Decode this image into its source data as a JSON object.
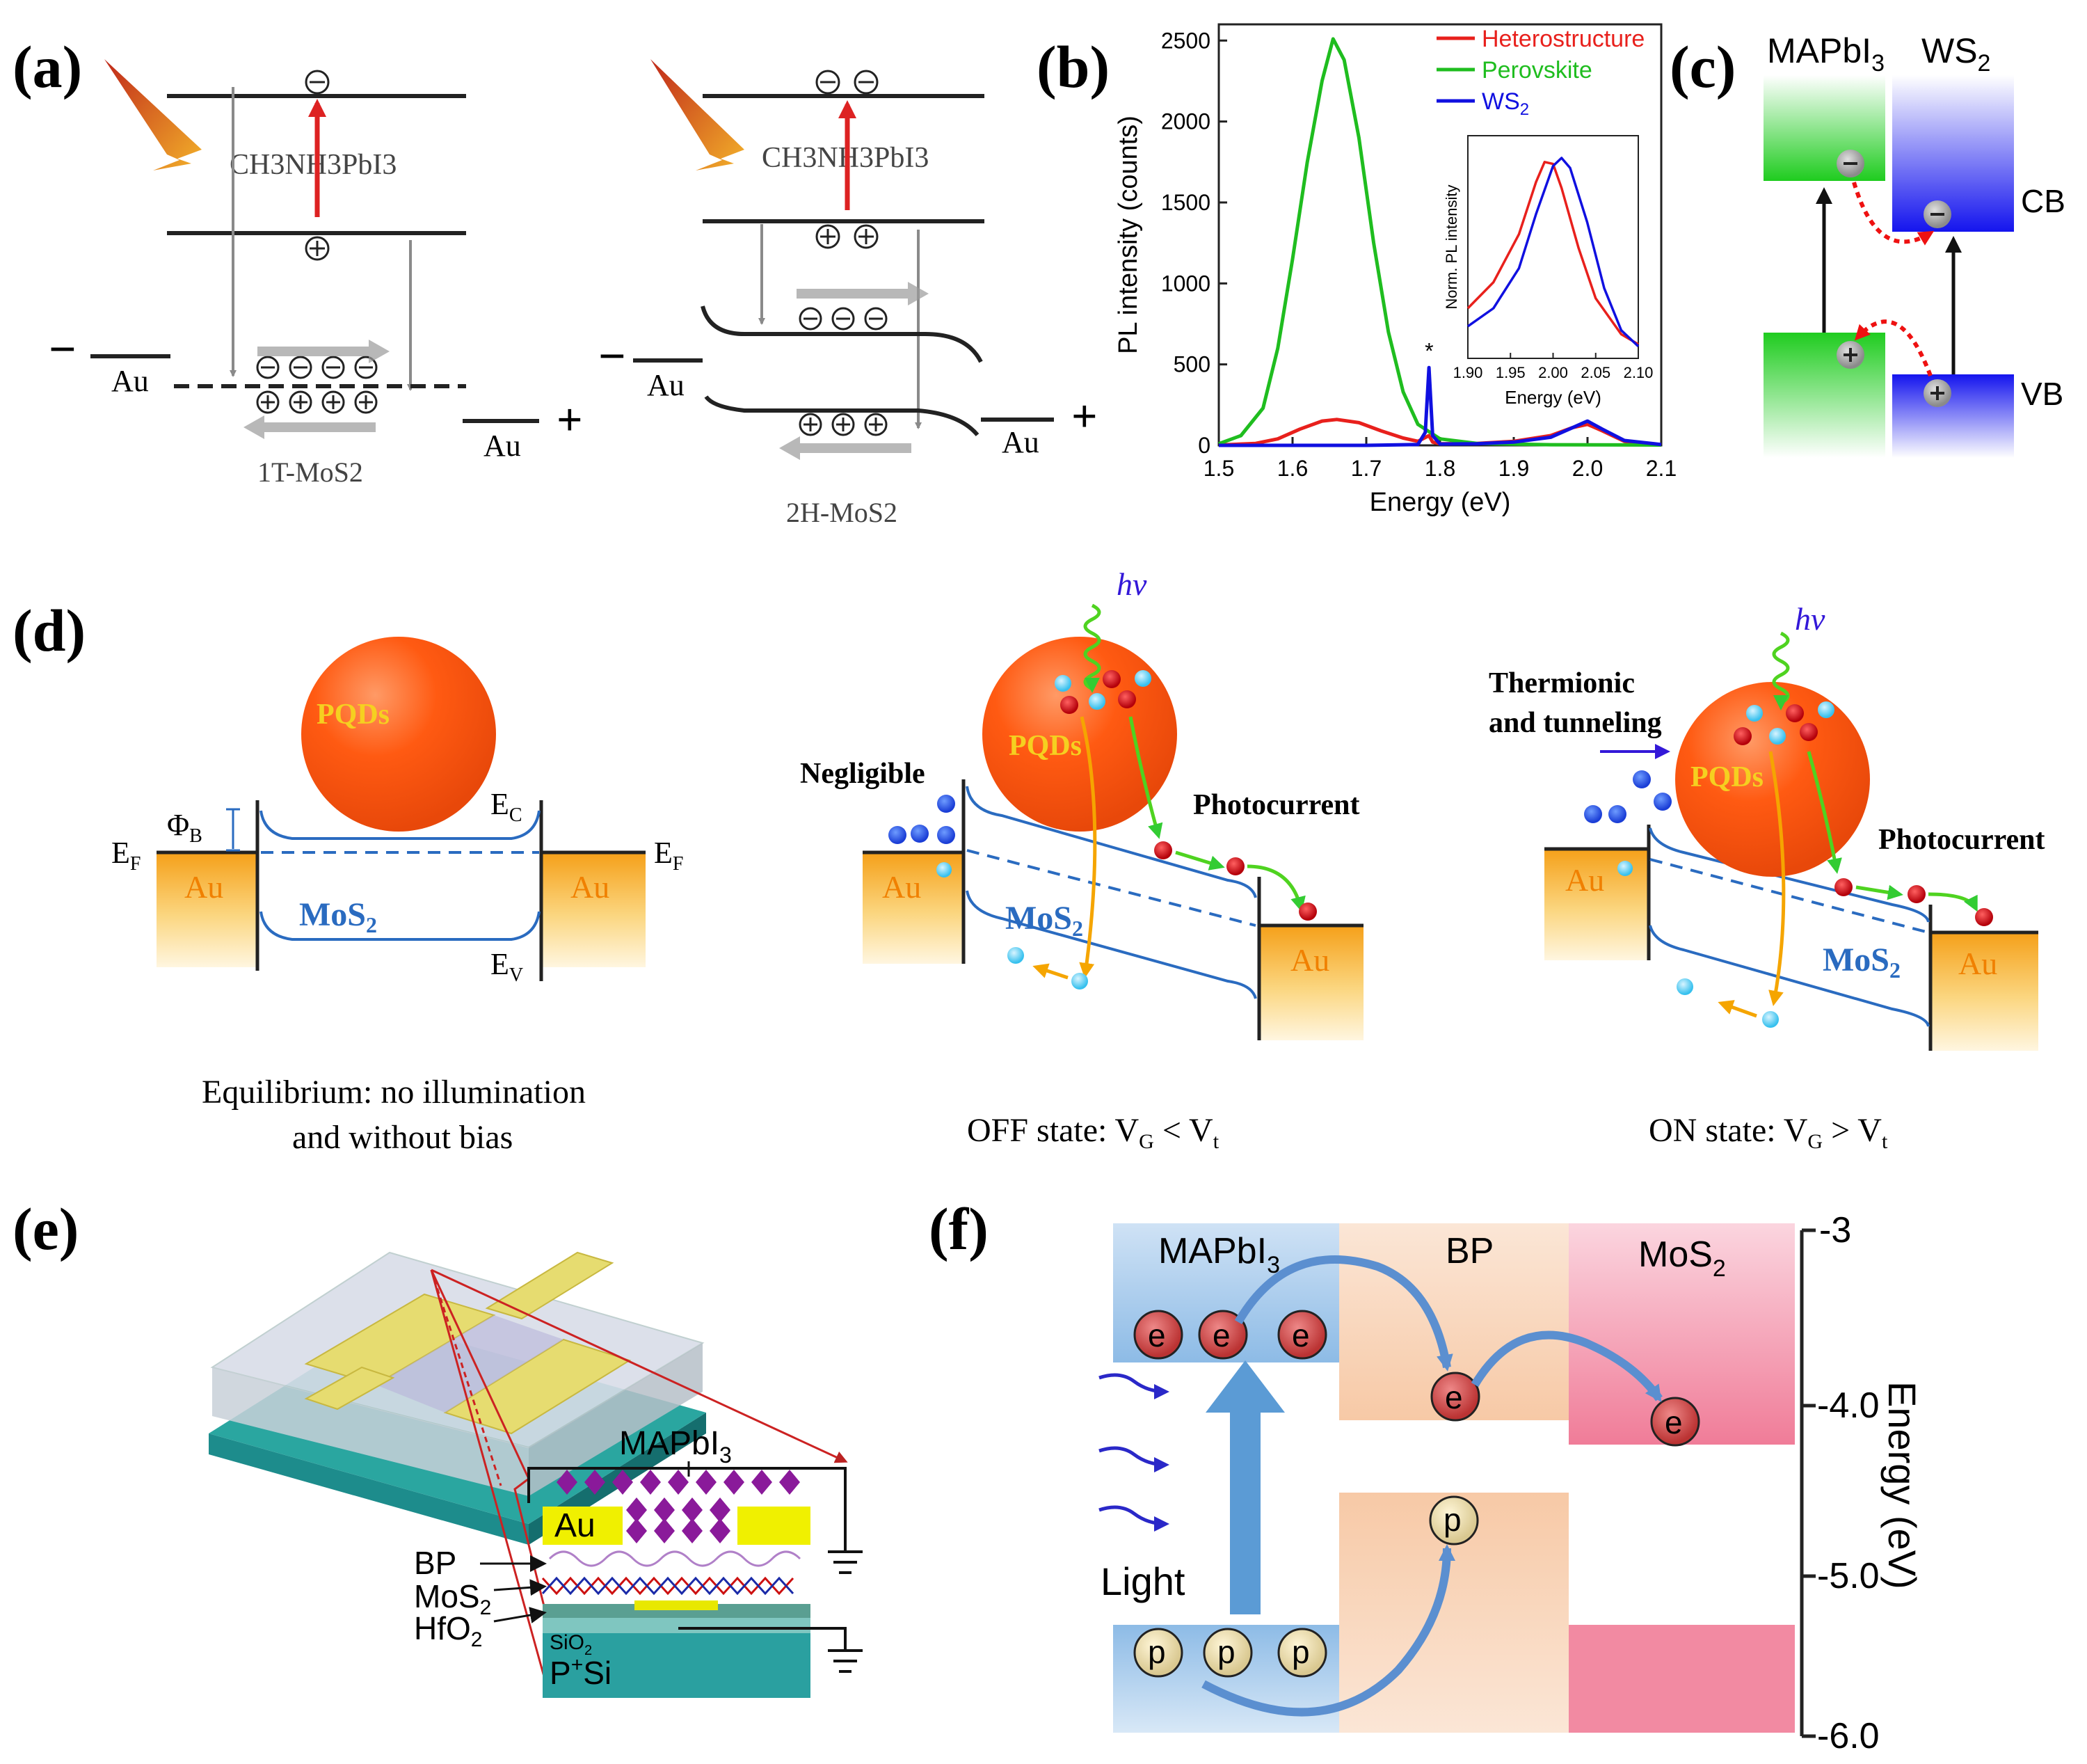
{
  "panels": {
    "a": {
      "label": "(a)",
      "left": {
        "material": "CH3NH3PbI3",
        "electrode_left": "Au",
        "electrode_right": "Au",
        "substrate": "1T-MoS2",
        "minus": "−",
        "plus": "+"
      },
      "right": {
        "material": "CH3NH3PbI3",
        "electrode_left": "Au",
        "electrode_right": "Au",
        "substrate": "2H-MoS2",
        "minus": "−",
        "plus": "+"
      }
    },
    "b": {
      "label": "(b)",
      "inset": {
        "ylabel": "Norm. PL intensity",
        "xlabel": "Energy (eV)",
        "xticks": [
          "1.90",
          "1.95",
          "2.00",
          "2.05",
          "2.10"
        ]
      },
      "star": "*"
    },
    "c": {
      "label": "(c)",
      "material_left": "MAPbI",
      "material_left_sub": "3",
      "material_right": "WS",
      "material_right_sub": "2",
      "cb": "CB",
      "vb": "VB",
      "colors": {
        "green": "#1fcc1f",
        "blue": "#1414ee"
      }
    },
    "d": {
      "label": "(d)",
      "left": {
        "particle": "PQDs",
        "barrier": "Φ",
        "barrier_sub": "B",
        "ec": "E",
        "ec_sub": "C",
        "ev": "E",
        "ev_sub": "V",
        "ef": "E",
        "ef_sub": "F",
        "electrode": "Au",
        "channel": "MoS",
        "channel_sub": "2",
        "caption_line1": "Equilibrium: no illumination",
        "caption_line2": "and without bias"
      },
      "middle": {
        "hv": "hν",
        "particle": "PQDs",
        "negligible": "Negligible",
        "photocurrent": "Photocurrent",
        "electrode": "Au",
        "channel": "MoS",
        "channel_sub": "2",
        "caption": "OFF state: V",
        "caption_g": "G",
        "caption_op": " < V",
        "caption_t": "t"
      },
      "right": {
        "hv": "hν",
        "particle": "PQDs",
        "thermionic_line1": "Thermionic",
        "thermionic_line2": "and tunneling",
        "photocurrent": "Photocurrent",
        "electrode": "Au",
        "channel": "MoS",
        "channel_sub": "2",
        "caption": "ON state: V",
        "caption_g": "G",
        "caption_op": " > V",
        "caption_t": "t"
      }
    },
    "e": {
      "label": "(e)",
      "mapbi": "MAPbI",
      "mapbi_sub": "3",
      "au": "Au",
      "bp": "BP",
      "mos": "MoS",
      "mos_sub": "2",
      "hfo": "HfO",
      "hfo_sub": "2",
      "sio": "SiO",
      "sio_sub": "2",
      "psi": "P",
      "psi_sup": "+",
      "psi_tail": "Si"
    },
    "f": {
      "label": "(f)",
      "mapbi": "MAPbI",
      "mapbi_sub": "3",
      "bp": "BP",
      "mos": "MoS",
      "mos_sub": "2",
      "electron": "e",
      "hole": "p",
      "light": "Light",
      "energy_axis": "Energy (eV)",
      "ticks": [
        "-3",
        "-4.0",
        "-5.0",
        "-6.0"
      ]
    }
  },
  "chart_data": {
    "type": "line",
    "xlabel": "Energy (eV)",
    "ylabel": "PL intensity (counts)",
    "xlim": [
      1.5,
      2.1
    ],
    "ylim": [
      0,
      2600
    ],
    "xticks": [
      "1.5",
      "1.6",
      "1.7",
      "1.8",
      "1.9",
      "2.0",
      "2.1"
    ],
    "yticks": [
      "0",
      "500",
      "1000",
      "1500",
      "2000",
      "2500"
    ],
    "legend_position": "top-right",
    "series": [
      {
        "name": "Heterostructure",
        "color": "#e8201c",
        "x": [
          1.5,
          1.55,
          1.58,
          1.61,
          1.64,
          1.66,
          1.69,
          1.72,
          1.75,
          1.77,
          1.785,
          1.79,
          1.8,
          1.85,
          1.9,
          1.95,
          1.98,
          2.0,
          2.02,
          2.05,
          2.1
        ],
        "y": [
          2,
          12,
          40,
          100,
          150,
          160,
          140,
          90,
          45,
          25,
          60,
          20,
          10,
          12,
          25,
          60,
          110,
          130,
          90,
          25,
          4
        ]
      },
      {
        "name": "Perovskite",
        "color": "#1fbd1f",
        "x": [
          1.5,
          1.53,
          1.56,
          1.58,
          1.6,
          1.62,
          1.64,
          1.655,
          1.67,
          1.69,
          1.71,
          1.73,
          1.75,
          1.77,
          1.8,
          1.85,
          1.95,
          2.1
        ],
        "y": [
          10,
          60,
          230,
          600,
          1150,
          1750,
          2250,
          2510,
          2380,
          1900,
          1250,
          700,
          330,
          130,
          40,
          12,
          4,
          2
        ]
      },
      {
        "name": "WS2",
        "color": "#1010e0",
        "x": [
          1.5,
          1.7,
          1.77,
          1.78,
          1.785,
          1.79,
          1.8,
          1.85,
          1.9,
          1.95,
          1.98,
          2.0,
          2.02,
          2.05,
          2.1
        ],
        "y": [
          0,
          0,
          5,
          80,
          480,
          60,
          8,
          10,
          20,
          50,
          110,
          150,
          100,
          30,
          5
        ]
      }
    ],
    "inset": {
      "xlim": [
        1.9,
        2.1
      ],
      "series": [
        {
          "name": "Heterostructure",
          "x": [
            1.9,
            1.93,
            1.96,
            1.98,
            1.99,
            2.0,
            2.01,
            2.03,
            2.05,
            2.08,
            2.1
          ],
          "y": [
            0.25,
            0.38,
            0.62,
            0.88,
            0.98,
            0.97,
            0.85,
            0.55,
            0.3,
            0.12,
            0.07
          ]
        },
        {
          "name": "WS2",
          "x": [
            1.9,
            1.93,
            1.96,
            1.98,
            2.0,
            2.01,
            2.02,
            2.04,
            2.06,
            2.08,
            2.1
          ],
          "y": [
            0.16,
            0.25,
            0.45,
            0.72,
            0.96,
            1.0,
            0.95,
            0.68,
            0.35,
            0.14,
            0.06
          ]
        }
      ]
    }
  }
}
